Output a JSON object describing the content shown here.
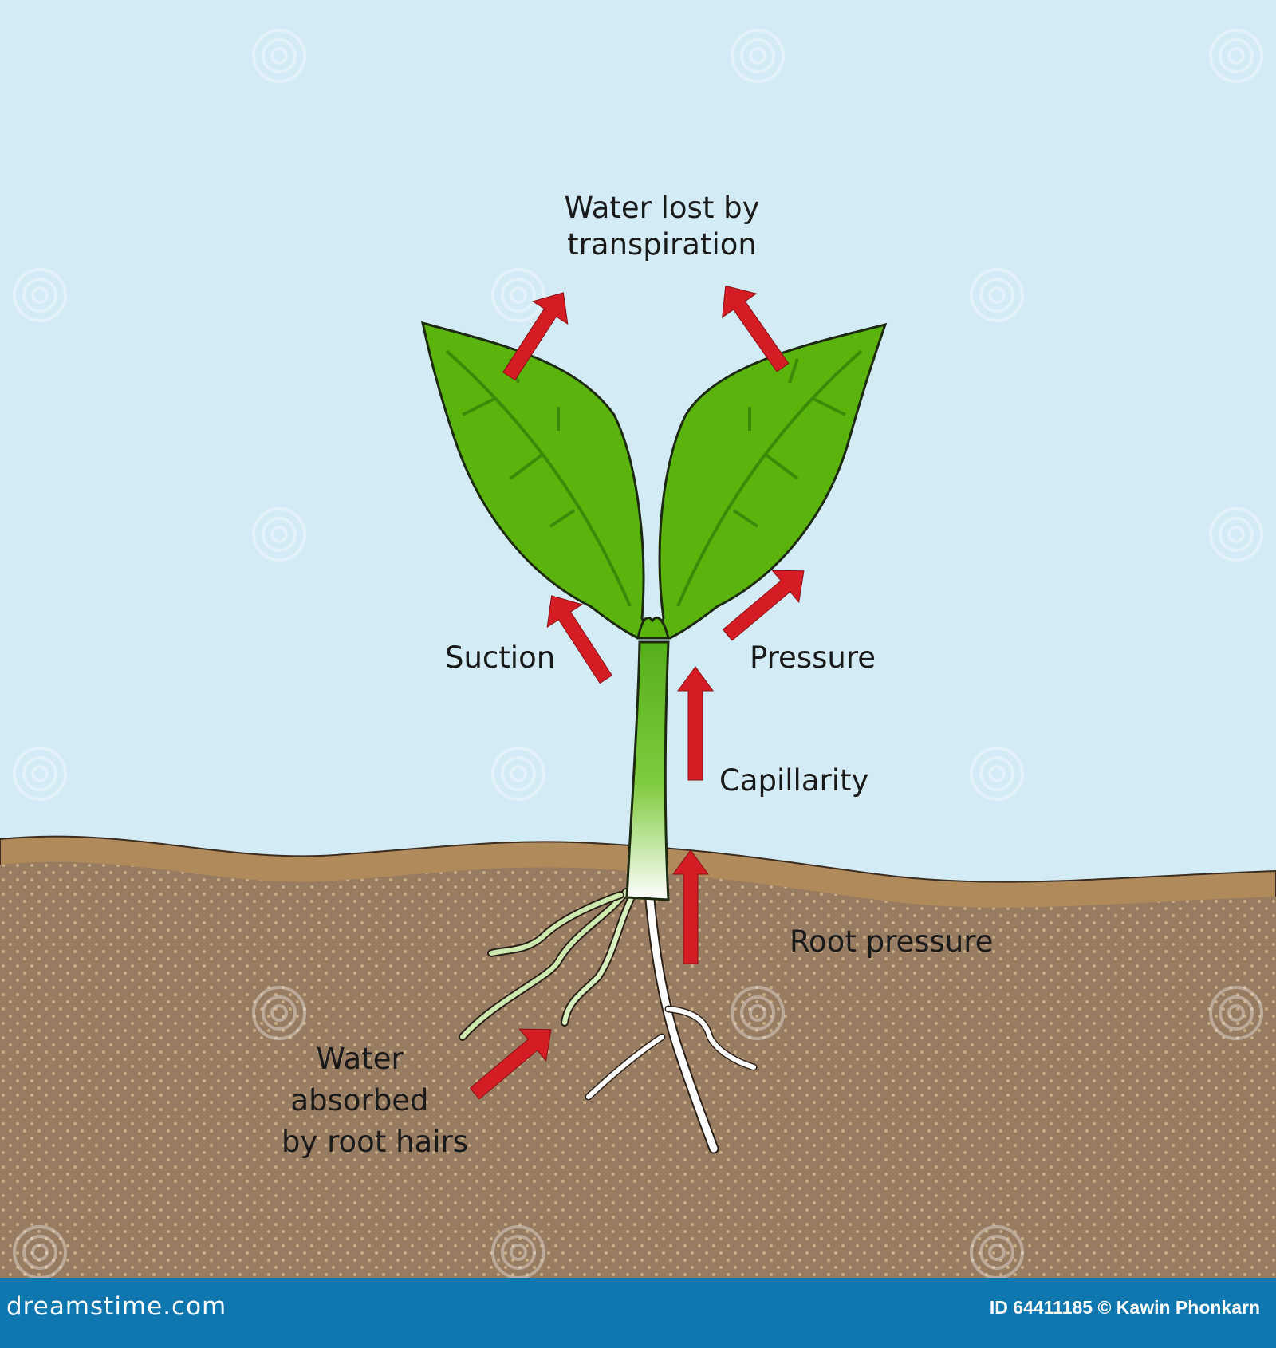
{
  "diagram": {
    "labels": {
      "transpiration_line1": "Water lost by",
      "transpiration_line2": "transpiration",
      "suction": "Suction",
      "pressure": "Pressure",
      "capillarity": "Capillarity",
      "root_pressure": "Root pressure",
      "absorbed_line1": "Water",
      "absorbed_line2": "absorbed",
      "absorbed_line3": "by root hairs"
    },
    "colors": {
      "sky": "#d3ebf5",
      "soil": "#987c62",
      "soil_top": "#b18a5c",
      "leaf": "#5ab40c",
      "arrow": "#d41c24",
      "footer": "#0e77b0"
    }
  },
  "footer": {
    "brand": "dreamstime.com",
    "credit": "ID 64411185 © Kawin Phonkarn"
  }
}
